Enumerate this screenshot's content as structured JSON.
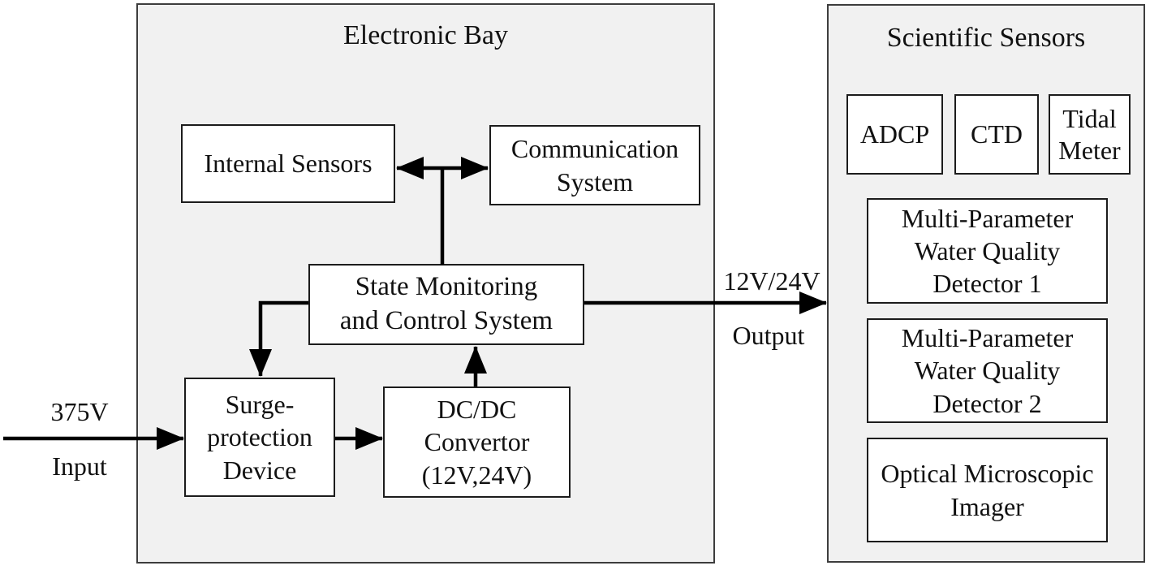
{
  "bay": {
    "title": "Electronic Bay",
    "nodes": {
      "internal_sensors": {
        "lines": [
          "Internal Sensors"
        ]
      },
      "communication": {
        "lines": [
          "Communication",
          "System"
        ]
      },
      "state_monitoring": {
        "lines": [
          "State Monitoring",
          "and Control System"
        ]
      },
      "surge": {
        "lines": [
          "Surge-",
          "protection",
          "Device"
        ]
      },
      "dcdc": {
        "lines": [
          "DC/DC",
          "Convertor",
          "(12V,24V)"
        ]
      }
    }
  },
  "sensors": {
    "title": "Scientific Sensors",
    "nodes": {
      "adcp": {
        "lines": [
          "ADCP"
        ]
      },
      "ctd": {
        "lines": [
          "CTD"
        ]
      },
      "tidal": {
        "lines": [
          "Tidal",
          "Meter"
        ]
      },
      "detector1": {
        "lines": [
          "Multi-Parameter",
          "Water Quality",
          "Detector 1"
        ]
      },
      "detector2": {
        "lines": [
          "Multi-Parameter",
          "Water Quality",
          "Detector 2"
        ]
      },
      "imager": {
        "lines": [
          "Optical Microscopic",
          "Imager"
        ]
      }
    }
  },
  "io": {
    "input_voltage": "375V",
    "input_label": "Input",
    "output_voltage": "12V/24V",
    "output_label": "Output"
  },
  "colors": {
    "background": "#ffffff",
    "panel_fill": "#f1f1f1",
    "panel_border": "#3d3d3d",
    "node_fill": "#ffffff",
    "node_border": "#1c1c1c",
    "line": "#000000",
    "text": "#111111"
  }
}
